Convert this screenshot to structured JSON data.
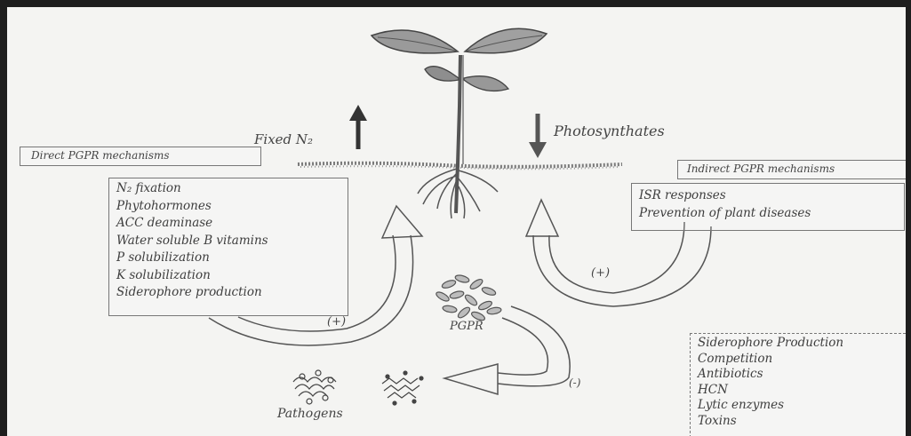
{
  "labels": {
    "fixed_n2": "Fixed N₂",
    "photosynthates": "Photosynthates",
    "direct_title": "Direct PGPR mechanisms",
    "indirect_title": "Indirect PGPR mechanisms",
    "plus_left": "(+)",
    "plus_right": "(+)",
    "minus": "(-)",
    "pgpr": "PGPR",
    "pathogens": "Pathogens"
  },
  "direct_box": {
    "items": [
      "N₂ fixation",
      "Phytohormones",
      "ACC deaminase",
      "Water soluble B vitamins",
      "P solubilization",
      "K solubilization",
      "Siderophore production"
    ]
  },
  "indirect_box": {
    "items": [
      "ISR responses",
      "Prevention of plant diseases"
    ]
  },
  "antagonism_box": {
    "items": [
      "Siderophore Production",
      "Competition",
      "Antibiotics",
      "HCN",
      "Lytic enzymes",
      "Toxins"
    ]
  },
  "colors": {
    "paper": "#f4f4f2",
    "ink": "#3a3a3a",
    "frame": "#1e1e1e"
  }
}
